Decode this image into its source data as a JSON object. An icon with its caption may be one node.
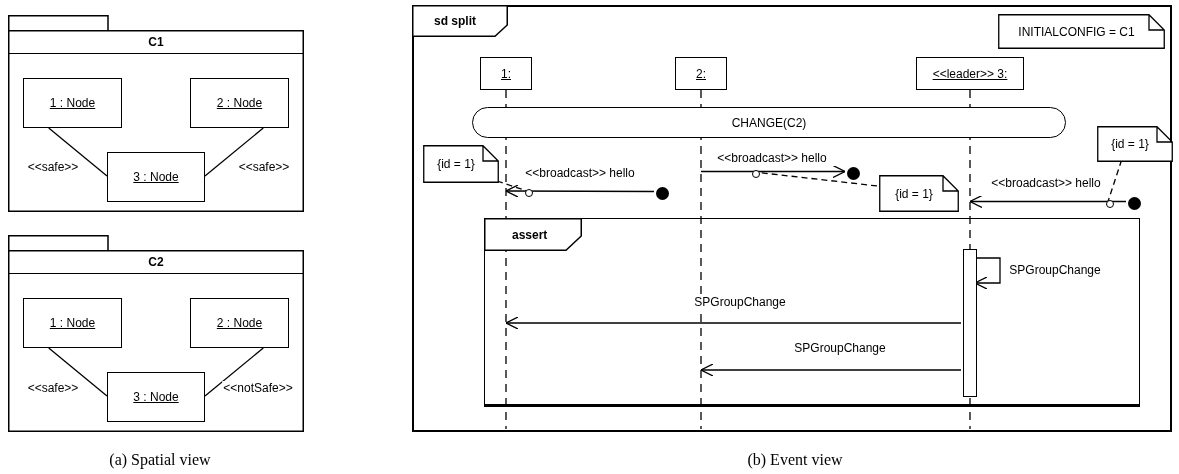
{
  "diagram": {
    "nodes": [
      {
        "text": [
          "C1"
        ]
      },
      {
        "text": [
          "1 : Node"
        ],
        "in": 0
      },
      {
        "text": [
          "2 : Node"
        ],
        "in": 0
      },
      {
        "text": [
          "3 : Node"
        ],
        "in": 0
      },
      {
        "text": [
          "C2"
        ]
      },
      {
        "text": [
          "1 : Node"
        ],
        "in": 4
      },
      {
        "text": [
          "2 : Node"
        ],
        "in": 4
      },
      {
        "text": [
          "3 : Node"
        ],
        "in": 4
      },
      {
        "text": [
          "sd split"
        ]
      },
      {
        "text": [
          "INITIALCONFIG = C1"
        ],
        "in": 8
      },
      {
        "text": [
          "1:"
        ],
        "in": 8
      },
      {
        "text": [
          "2:"
        ],
        "in": 8
      },
      {
        "text": [
          "<<leader>> 3:"
        ],
        "in": 8
      },
      {
        "text": [
          "CHANGE(C2)"
        ],
        "in": 8
      },
      {
        "text": [
          "{id = 1}"
        ],
        "in": 8
      },
      {
        "text": [
          "{id = 1}"
        ],
        "in": 8
      },
      {
        "text": [
          "{id = 1}"
        ],
        "in": 8
      },
      {
        "text": [
          "assert"
        ],
        "in": 8
      },
      {
        "text": [],
        "shape": "bar",
        "in": 8
      },
      {
        "text": [],
        "shape": "circle",
        "in": 8
      },
      {
        "text": [],
        "shape": "circle",
        "in": 8
      },
      {
        "text": [],
        "shape": "circle",
        "in": 8
      },
      {
        "text": [],
        "shape": "ring",
        "in": 8
      },
      {
        "text": [],
        "shape": "ring",
        "in": 8
      },
      {
        "text": [],
        "shape": "ring",
        "in": 8
      },
      {
        "text": [],
        "shape": "line",
        "in": 8
      },
      {
        "text": [],
        "shape": "line",
        "in": 8
      },
      {
        "text": [],
        "shape": "line",
        "in": 8
      }
    ],
    "edges": [
      {
        "from": 1,
        "to": 3,
        "arrow": "none",
        "label": "<<safe>>"
      },
      {
        "from": 2,
        "to": 3,
        "arrow": "none",
        "label": "<<safe>>"
      },
      {
        "from": 5,
        "to": 7,
        "arrow": "none",
        "label": "<<safe>>"
      },
      {
        "from": 6,
        "to": 7,
        "arrow": "none",
        "label": "<<notSafe>>"
      },
      {
        "from": 19,
        "to": 25,
        "arrow": "to",
        "label": "<<broadcast>> hello"
      },
      {
        "from": 26,
        "to": 20,
        "arrow": "to",
        "label": "<<broadcast>> hello"
      },
      {
        "from": 21,
        "to": 27,
        "arrow": "to",
        "label": "<<broadcast>> hello"
      },
      {
        "from": 14,
        "to": 22,
        "arrow": "none",
        "style": "dashed"
      },
      {
        "from": 15,
        "to": 23,
        "arrow": "none",
        "style": "dashed"
      },
      {
        "from": 16,
        "to": 24,
        "arrow": "none",
        "style": "dashed"
      },
      {
        "from": 18,
        "to": 18,
        "arrow": "to",
        "label": "SPGroupChange"
      },
      {
        "from": 18,
        "to": 25,
        "arrow": "to",
        "label": "SPGroupChange"
      },
      {
        "from": 18,
        "to": 26,
        "arrow": "to",
        "label": "SPGroupChange"
      }
    ],
    "labels": [
      "(a) Spatial view",
      "(b) Event view"
    ]
  }
}
